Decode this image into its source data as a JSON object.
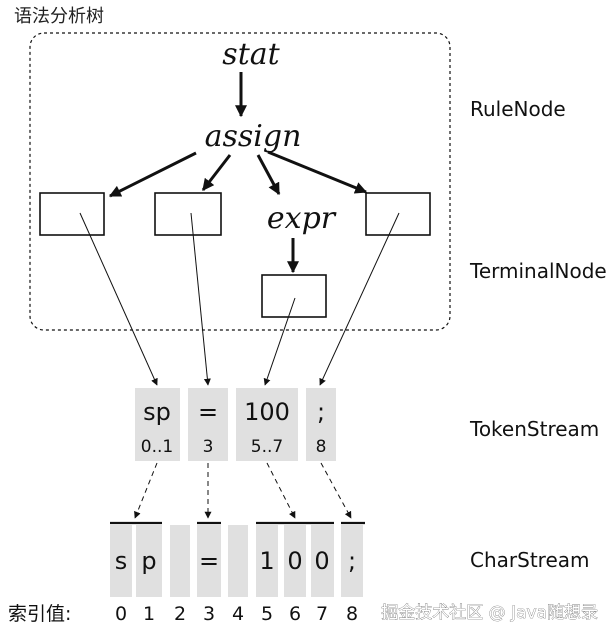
{
  "title": "语法分析树",
  "rule_nodes": {
    "stat": "stat",
    "assign": "assign",
    "expr": "expr"
  },
  "side_labels": {
    "rule_node": "RuleNode",
    "terminal_node": "TerminalNode",
    "token_stream": "TokenStream",
    "char_stream": "CharStream"
  },
  "tokens": [
    {
      "text": "sp",
      "range": "0..1"
    },
    {
      "text": "=",
      "range": "3"
    },
    {
      "text": "100",
      "range": "5..7"
    },
    {
      "text": ";",
      "range": "8"
    }
  ],
  "chars": [
    "s",
    "p",
    "",
    "=",
    "",
    "1",
    "0",
    "0",
    ";"
  ],
  "index_label": "索引值:",
  "indices": [
    "0",
    "1",
    "2",
    "3",
    "4",
    "5",
    "6",
    "7",
    "8"
  ],
  "watermark": "掘金技术社区 @ Java随想录",
  "colors": {
    "cell_gray": "#e0e0e0",
    "ink": "#111111"
  }
}
